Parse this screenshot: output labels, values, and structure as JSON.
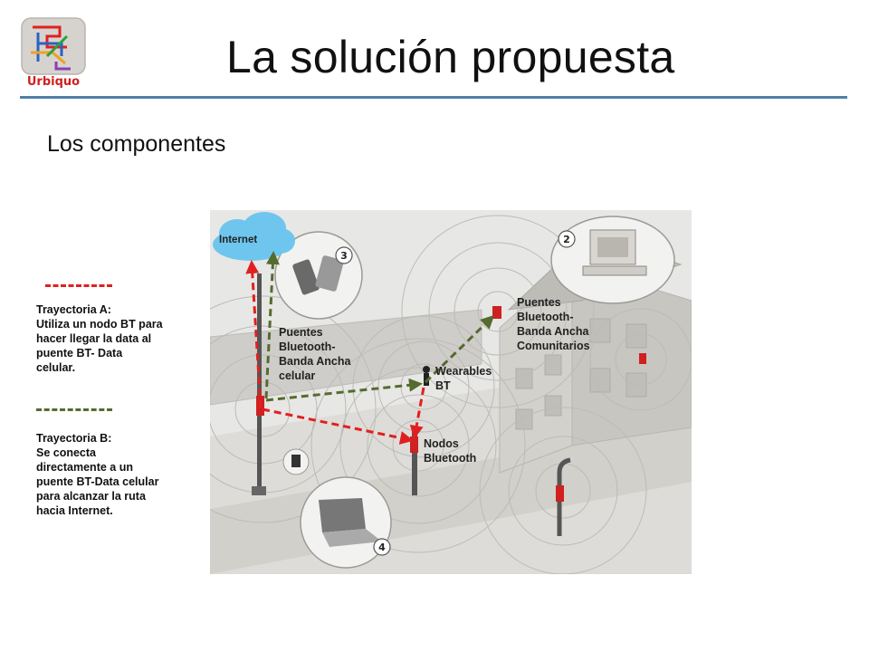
{
  "header": {
    "title": "La solución propuesta",
    "logo_text": "Urbiquo"
  },
  "subtitle": "Los componentes",
  "legend": {
    "trayectoria_a": "Trayectoria A:\nUtiliza un nodo BT para\nhacer llegar la data al\npuente BT- Data\ncelular.",
    "trayectoria_b": "Trayectoria B:\nSe conecta\ndirectamente a un\npuente BT-Data celular\npara alcanzar la ruta\nhacia Internet."
  },
  "diagram": {
    "internet": "Internet",
    "puentes_celular": "Puentes\nBluetooth-\nBanda Ancha\ncelular",
    "puentes_comunitarios": "Puentes\nBluetooth-\nBanda Ancha\nComunitarios",
    "wearables": "Wearables\n BT",
    "nodos": "Nodos\nBluetooth",
    "badges": [
      "2",
      "3",
      "4"
    ]
  },
  "colors": {
    "title_rule": "#4f7fa8",
    "trayectoria_a": "#e02020",
    "trayectoria_b": "#556b2f",
    "cloud": "#6ec6ee"
  }
}
